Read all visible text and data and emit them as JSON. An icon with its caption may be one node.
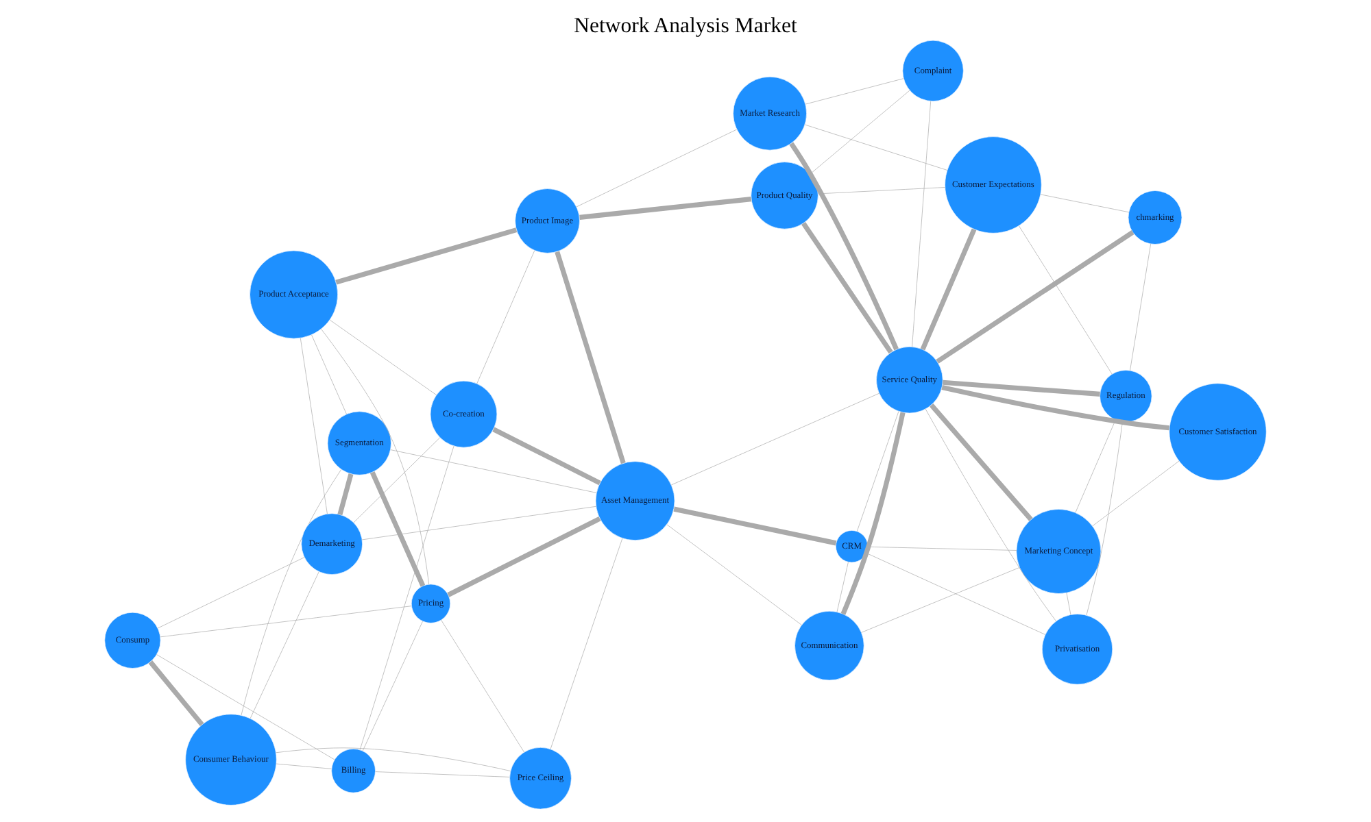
{
  "diagram": {
    "title": "Network Analysis Market",
    "nodes": [
      {
        "text": [
          "Price Ceiling"
        ]
      },
      {
        "text": [
          "Billing"
        ]
      },
      {
        "text": [
          "Privatisation"
        ]
      },
      {
        "text": [
          "CRM"
        ]
      },
      {
        "text": [
          "Marketing Concept"
        ]
      },
      {
        "text": [
          "Communication"
        ]
      },
      {
        "text": [
          "Pricing"
        ]
      },
      {
        "text": [
          "Consumer Behaviour"
        ]
      },
      {
        "text": [
          "Consump"
        ]
      },
      {
        "text": [
          "Regulation"
        ]
      },
      {
        "text": [
          "Asset Management"
        ]
      },
      {
        "text": [
          "Segmentation"
        ]
      },
      {
        "text": [
          "chmarking"
        ]
      },
      {
        "text": [
          "Service Quality"
        ]
      },
      {
        "text": [
          "Customer Satisfaction"
        ]
      },
      {
        "text": [
          "Product Quality"
        ]
      },
      {
        "text": [
          "Customer Expectations"
        ]
      },
      {
        "text": [
          "Product Acceptance"
        ]
      },
      {
        "text": [
          "Demarketing"
        ]
      },
      {
        "text": [
          "Market Research"
        ]
      },
      {
        "text": [
          "Complaint"
        ]
      },
      {
        "text": [
          "Product Image"
        ]
      },
      {
        "text": [
          "Co-creation"
        ]
      }
    ],
    "edges": [
      {
        "from": 2,
        "to": 4,
        "arrow": "none"
      },
      {
        "from": 2,
        "to": 9,
        "arrow": "none"
      },
      {
        "from": 2,
        "to": 13,
        "arrow": "none"
      },
      {
        "from": 2,
        "to": 3,
        "arrow": "none"
      },
      {
        "from": 4,
        "to": 3,
        "arrow": "none"
      },
      {
        "from": 4,
        "to": 13,
        "arrow": "none",
        "style": "thick"
      },
      {
        "from": 4,
        "to": 9,
        "arrow": "none"
      },
      {
        "from": 4,
        "to": 14,
        "arrow": "none"
      },
      {
        "from": 4,
        "to": 5,
        "arrow": "none"
      },
      {
        "from": 3,
        "to": 5,
        "arrow": "none"
      },
      {
        "from": 3,
        "to": 10,
        "arrow": "none",
        "style": "thick"
      },
      {
        "from": 3,
        "to": 13,
        "arrow": "none"
      },
      {
        "from": 9,
        "to": 13,
        "arrow": "none",
        "style": "thick"
      },
      {
        "from": 9,
        "to": 12,
        "arrow": "none"
      },
      {
        "from": 9,
        "to": 16,
        "arrow": "none"
      },
      {
        "from": 12,
        "to": 13,
        "arrow": "none",
        "style": "thick"
      },
      {
        "from": 12,
        "to": 16,
        "arrow": "none"
      },
      {
        "from": 14,
        "to": 13,
        "arrow": "none",
        "style": "thick"
      },
      {
        "from": 16,
        "to": 13,
        "arrow": "none",
        "style": "thick"
      },
      {
        "from": 16,
        "to": 15,
        "arrow": "none"
      },
      {
        "from": 16,
        "to": 19,
        "arrow": "none"
      },
      {
        "from": 5,
        "to": 13,
        "arrow": "none",
        "style": "thick"
      },
      {
        "from": 5,
        "to": 10,
        "arrow": "none"
      },
      {
        "from": 13,
        "to": 15,
        "arrow": "none",
        "style": "thick"
      },
      {
        "from": 13,
        "to": 10,
        "arrow": "none"
      },
      {
        "from": 13,
        "to": 19,
        "arrow": "none",
        "style": "thick"
      },
      {
        "from": 13,
        "to": 20,
        "arrow": "none"
      },
      {
        "from": 15,
        "to": 21,
        "arrow": "none",
        "style": "thick"
      },
      {
        "from": 15,
        "to": 20,
        "arrow": "none"
      },
      {
        "from": 10,
        "to": 6,
        "arrow": "none",
        "style": "thick"
      },
      {
        "from": 10,
        "to": 0,
        "arrow": "none"
      },
      {
        "from": 10,
        "to": 11,
        "arrow": "none"
      },
      {
        "from": 10,
        "to": 21,
        "arrow": "none",
        "style": "thick"
      },
      {
        "from": 10,
        "to": 22,
        "arrow": "none",
        "style": "thick"
      },
      {
        "from": 10,
        "to": 18,
        "arrow": "none"
      },
      {
        "from": 6,
        "to": 0,
        "arrow": "none"
      },
      {
        "from": 6,
        "to": 8,
        "arrow": "none"
      },
      {
        "from": 6,
        "to": 11,
        "arrow": "none",
        "style": "thick"
      },
      {
        "from": 6,
        "to": 1,
        "arrow": "none"
      },
      {
        "from": 6,
        "to": 17,
        "arrow": "none"
      },
      {
        "from": 0,
        "to": 1,
        "arrow": "none"
      },
      {
        "from": 0,
        "to": 7,
        "arrow": "none"
      },
      {
        "from": 1,
        "to": 7,
        "arrow": "none"
      },
      {
        "from": 1,
        "to": 8,
        "arrow": "none"
      },
      {
        "from": 1,
        "to": 22,
        "arrow": "none"
      },
      {
        "from": 7,
        "to": 8,
        "arrow": "none",
        "style": "thick"
      },
      {
        "from": 7,
        "to": 18,
        "arrow": "none"
      },
      {
        "from": 7,
        "to": 11,
        "arrow": "none"
      },
      {
        "from": 8,
        "to": 18,
        "arrow": "none"
      },
      {
        "from": 11,
        "to": 18,
        "arrow": "none",
        "style": "thick"
      },
      {
        "from": 11,
        "to": 17,
        "arrow": "none"
      },
      {
        "from": 17,
        "to": 18,
        "arrow": "none"
      },
      {
        "from": 17,
        "to": 21,
        "arrow": "none",
        "style": "thick"
      },
      {
        "from": 19,
        "to": 20,
        "arrow": "none"
      },
      {
        "from": 19,
        "to": 21,
        "arrow": "none"
      },
      {
        "from": 21,
        "to": 22,
        "arrow": "none"
      },
      {
        "from": 18,
        "to": 22,
        "arrow": "none"
      },
      {
        "from": 22,
        "to": 17,
        "arrow": "none"
      }
    ]
  }
}
